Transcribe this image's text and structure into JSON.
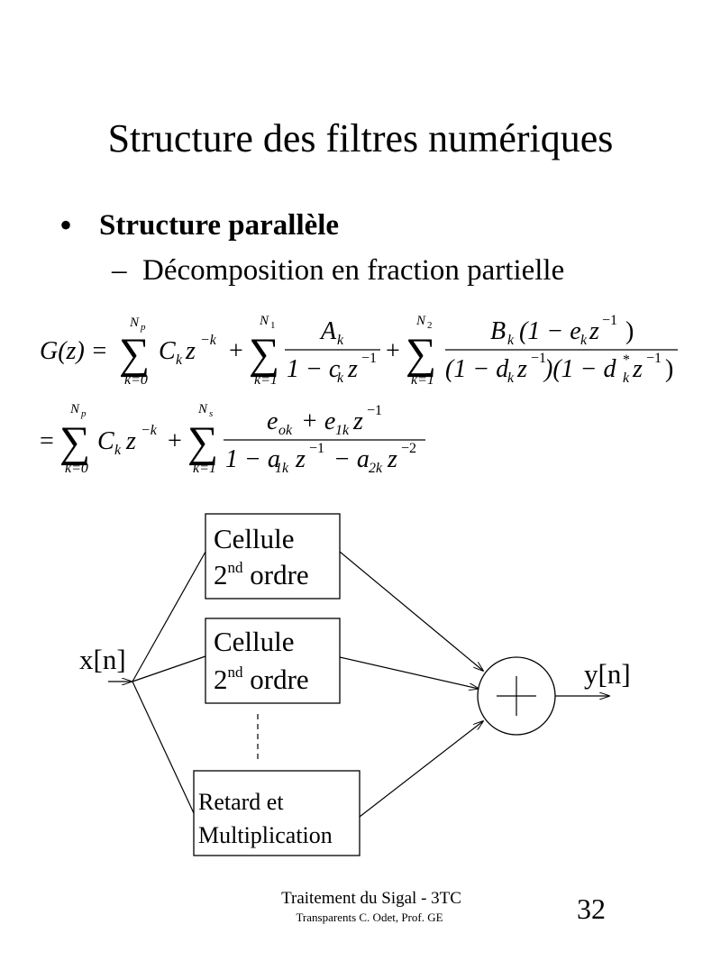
{
  "slide": {
    "title": "Structure des filtres numériques",
    "bullet_symbol": "•",
    "bullet_1": "Structure parallèle",
    "sub_dash": "–",
    "bullet_2": "Décomposition en fraction partielle"
  },
  "equation_1": {
    "lhs": "G(z) =",
    "sum1_upper": "N",
    "sum1_upper_sub": "p",
    "sum1_lower": "k=0",
    "term1": "C",
    "term1_sub": "k",
    "term1_z": "z",
    "term1_exp": "−k",
    "plus1": "+",
    "sum2_upper": "N",
    "sum2_upper_sub": "1",
    "sum2_lower": "k=1",
    "frac1_num": "A",
    "frac1_num_sub": "k",
    "frac1_den": "1 − c",
    "frac1_den_sub": "k",
    "frac1_den_z": "z",
    "frac1_den_exp": "−1",
    "plus2": "+",
    "sum3_upper": "N",
    "sum3_upper_sub": "2",
    "sum3_lower": "k=1",
    "frac2_num": "B",
    "frac2_num_sub": "k",
    "frac2_num_rest": "(1 − e",
    "frac2_num_rest_sub": "k",
    "frac2_num_z": "z",
    "frac2_num_exp": "−1",
    "frac2_num_close": ")",
    "frac2_den_a": "(1 − d",
    "frac2_den_a_sub": "k",
    "frac2_den_a_z": "z",
    "frac2_den_a_exp": "−1",
    "frac2_den_b": ")(1 − d",
    "frac2_den_b_sup": "*",
    "frac2_den_b_sub": "k",
    "frac2_den_b_z": "z",
    "frac2_den_b_exp": "−1",
    "frac2_den_close": ")"
  },
  "equation_2": {
    "lhs": "=",
    "sum1_upper": "N",
    "sum1_upper_sub": "p",
    "sum1_lower": "k=0",
    "term1": "C",
    "term1_sub": "k",
    "term1_z": "z",
    "term1_exp": "−k",
    "plus": "+",
    "sum2_upper": "N",
    "sum2_upper_sub": "s",
    "sum2_lower": "k=1",
    "num_a": "e",
    "num_a_sub": "ok",
    "num_plus": "+ e",
    "num_b_sub": "1k",
    "num_z": "z",
    "num_exp": "−1",
    "den_a": "1 − a",
    "den_a_sub": "1k",
    "den_a_z": "z",
    "den_a_exp": "−1",
    "den_b": "− a",
    "den_b_sub": "2k",
    "den_b_z": "z",
    "den_b_exp": "−2"
  },
  "diagram": {
    "input_label": "x[n]",
    "output_label": "y[n]",
    "box1_line1": "Cellule",
    "box1_line2_num": "2",
    "box1_line2_sup": "nd",
    "box1_line2_rest": " ordre",
    "box2_line1": "Cellule",
    "box2_line2_num": "2",
    "box2_line2_sup": "nd",
    "box2_line2_rest": " ordre",
    "box3_line1": "Retard et",
    "box3_line2": "Multiplication",
    "adder_symbol": "+"
  },
  "footer": {
    "course": "Traitement du Sigal - 3TC",
    "credits": "Transparents C. Odet, Prof. GE",
    "page_number": "32"
  }
}
